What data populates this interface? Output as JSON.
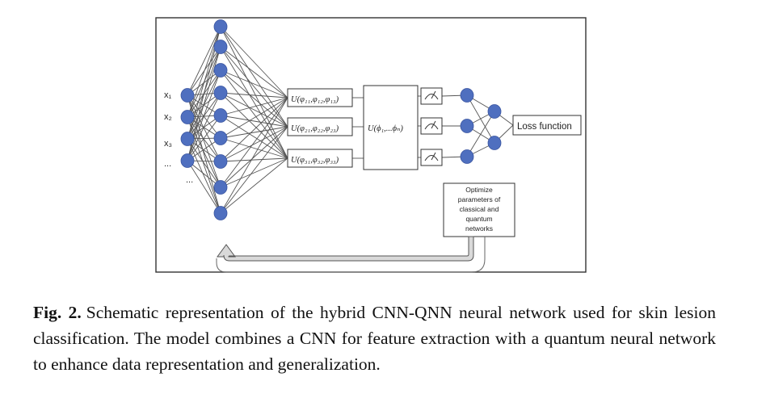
{
  "diagram": {
    "input_labels": [
      "x₁",
      "x₂",
      "x₃",
      "..."
    ],
    "input_ellipsis": "...",
    "quantum_layers": [
      "U(φ₁₁,φ₁₂,φ₁₃)",
      "U(φ₂₁,φ₂₂,φ₂₃)",
      "U(φ₃₁,φ₃₂,φ₃₃)"
    ],
    "entangling_block": "U(ϕ₁,...ϕₙ)",
    "loss_label": "Loss function",
    "optimizer_lines": [
      "Optimize",
      "parameters of",
      "classical and",
      "quantum",
      "networks"
    ]
  },
  "caption": {
    "label": "Fig. 2.",
    "text": "Schematic representation of the hybrid CNN-QNN neural network used for skin lesion classification. The model combines a CNN for feature extraction with a quantum neural network to enhance data representation and generalization."
  }
}
